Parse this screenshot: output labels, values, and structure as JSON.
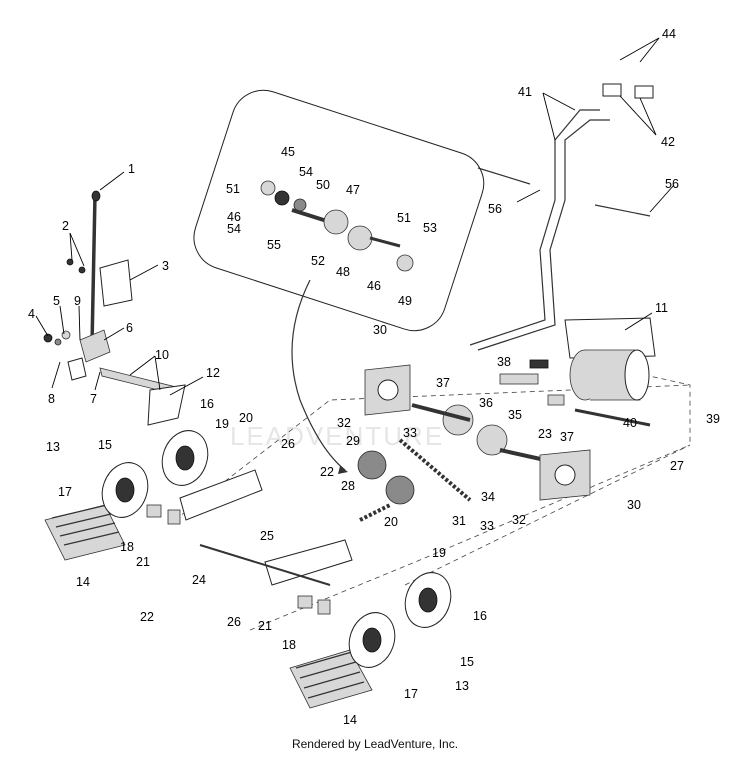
{
  "caption": "Rendered by LeadVenture, Inc.",
  "watermark": "LEADVENTURE",
  "callouts": [
    "1",
    "2",
    "3",
    "4",
    "5",
    "6",
    "7",
    "8",
    "9",
    "10",
    "11",
    "12",
    "13",
    "14",
    "15",
    "16",
    "17",
    "18",
    "19",
    "20",
    "21",
    "22",
    "23",
    "24",
    "25",
    "26",
    "27",
    "28",
    "29",
    "30",
    "31",
    "32",
    "33",
    "34",
    "35",
    "36",
    "37",
    "38",
    "39",
    "40",
    "41",
    "42",
    "44",
    "45",
    "46",
    "47",
    "48",
    "49",
    "50",
    "51",
    "52",
    "53",
    "54",
    "55",
    "56"
  ]
}
